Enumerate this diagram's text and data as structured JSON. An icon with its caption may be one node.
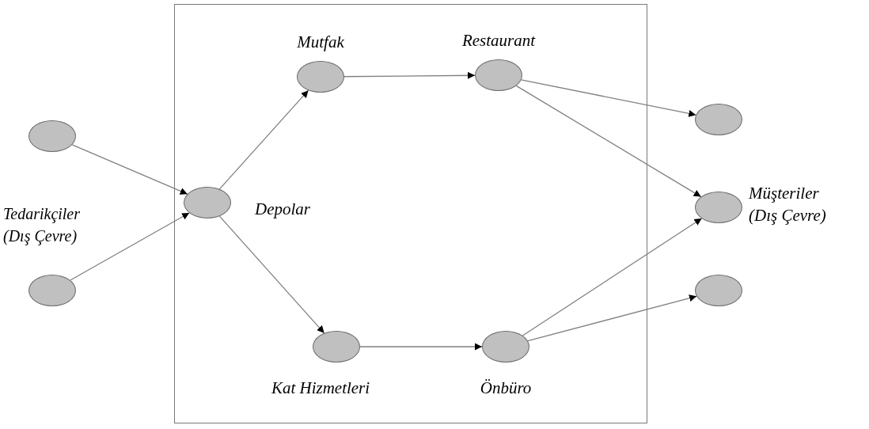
{
  "diagram": {
    "nodes": [
      {
        "text": [],
        "shape": "box"
      },
      {
        "text": [],
        "shape": "circle"
      },
      {
        "text": [],
        "shape": "circle"
      },
      {
        "text": [
          "Depolar"
        ],
        "in": 0
      },
      {
        "text": [
          "Mutfak"
        ],
        "in": 0
      },
      {
        "text": [
          "Kat Hizmetleri"
        ],
        "in": 0
      },
      {
        "text": [
          "Restaurant"
        ],
        "in": 0
      },
      {
        "text": [
          "Önbüro"
        ],
        "in": 0
      },
      {
        "text": [],
        "shape": "circle"
      },
      {
        "text": [
          "Müşteriler (Dış Çevre)"
        ]
      },
      {
        "text": [],
        "shape": "circle"
      }
    ],
    "edges": [
      {
        "from": 1,
        "to": 3,
        "arrow": "to"
      },
      {
        "from": 2,
        "to": 3,
        "arrow": "to"
      },
      {
        "from": 3,
        "to": 4,
        "arrow": "to"
      },
      {
        "from": 3,
        "to": 5,
        "arrow": "to"
      },
      {
        "from": 4,
        "to": 6,
        "arrow": "to"
      },
      {
        "from": 5,
        "to": 7,
        "arrow": "to"
      },
      {
        "from": 6,
        "to": 8,
        "arrow": "to"
      },
      {
        "from": 6,
        "to": 9,
        "arrow": "to"
      },
      {
        "from": 7,
        "to": 9,
        "arrow": "to"
      },
      {
        "from": 7,
        "to": 10,
        "arrow": "to"
      }
    ],
    "labels": [
      "Tedarikçiler (Dış Çevre)"
    ]
  }
}
